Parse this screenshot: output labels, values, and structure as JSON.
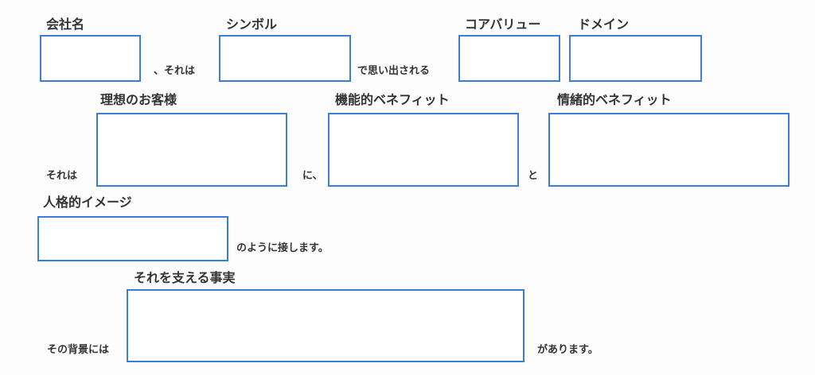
{
  "labels": {
    "company": "会社名",
    "symbol": "シンボル",
    "core_value": "コアバリュー",
    "domain": "ドメイン",
    "ideal_customer": "理想のお客様",
    "functional_benefit": "機能的ベネフィット",
    "emotional_benefit": "情緒的ベネフィット",
    "persona_image": "人格的イメージ",
    "supporting_facts": "それを支える事実"
  },
  "connectors": {
    "sorewa_1": "、それは",
    "omoidasareru": "で思い出される",
    "sorewa_2": "それは",
    "ni": "に、",
    "to": "と",
    "sessuru": "のように接します。",
    "haikei": "その背景には",
    "arimasu": "があります。"
  },
  "fields": {
    "company": "",
    "symbol": "",
    "core_value": "",
    "domain": "",
    "ideal_customer": "",
    "functional_benefit": "",
    "emotional_benefit": "",
    "persona_image": "",
    "supporting_facts": ""
  },
  "colors": {
    "box_border": "#3a7fd5",
    "text": "#333333",
    "background": "#fdfdfd"
  }
}
